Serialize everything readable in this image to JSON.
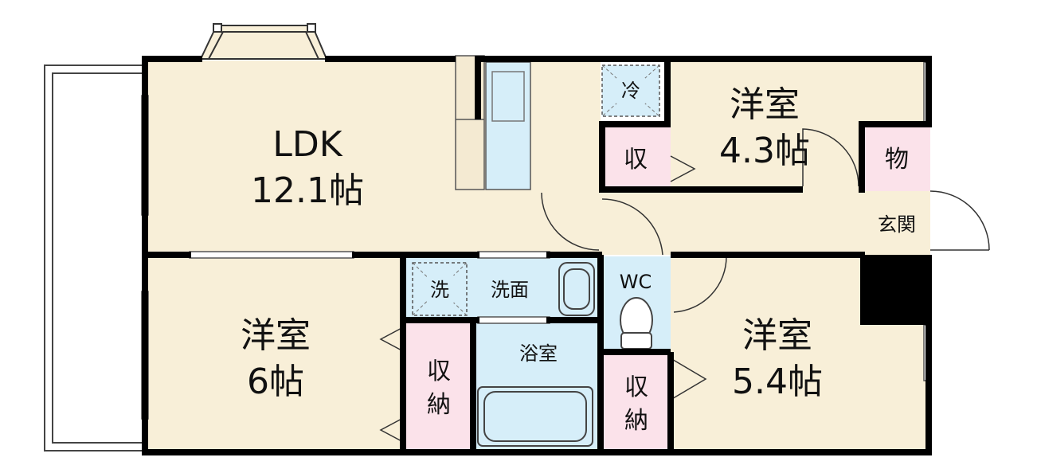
{
  "colors": {
    "room": "#f8efd8",
    "storage": "#fbe2ea",
    "water": "#d6eef9",
    "wall": "#000000",
    "line": "#333333"
  },
  "rooms": {
    "ldk": {
      "name": "LDK",
      "size": "12.1帖"
    },
    "western_a": {
      "name": "洋室",
      "size": "4.3帖"
    },
    "western_b": {
      "name": "洋室",
      "size": "6帖"
    },
    "western_c": {
      "name": "洋室",
      "size": "5.4帖"
    }
  },
  "labels": {
    "fridge": "冷",
    "closet_small": "収",
    "storeroom": "物",
    "entrance": "玄関",
    "wc": "WC",
    "washer": "洗",
    "washroom": "洗面",
    "bathroom": "浴室",
    "storage_b_top": "収",
    "storage_b_bottom": "納",
    "storage_c_top": "収",
    "storage_c_bottom": "納"
  }
}
